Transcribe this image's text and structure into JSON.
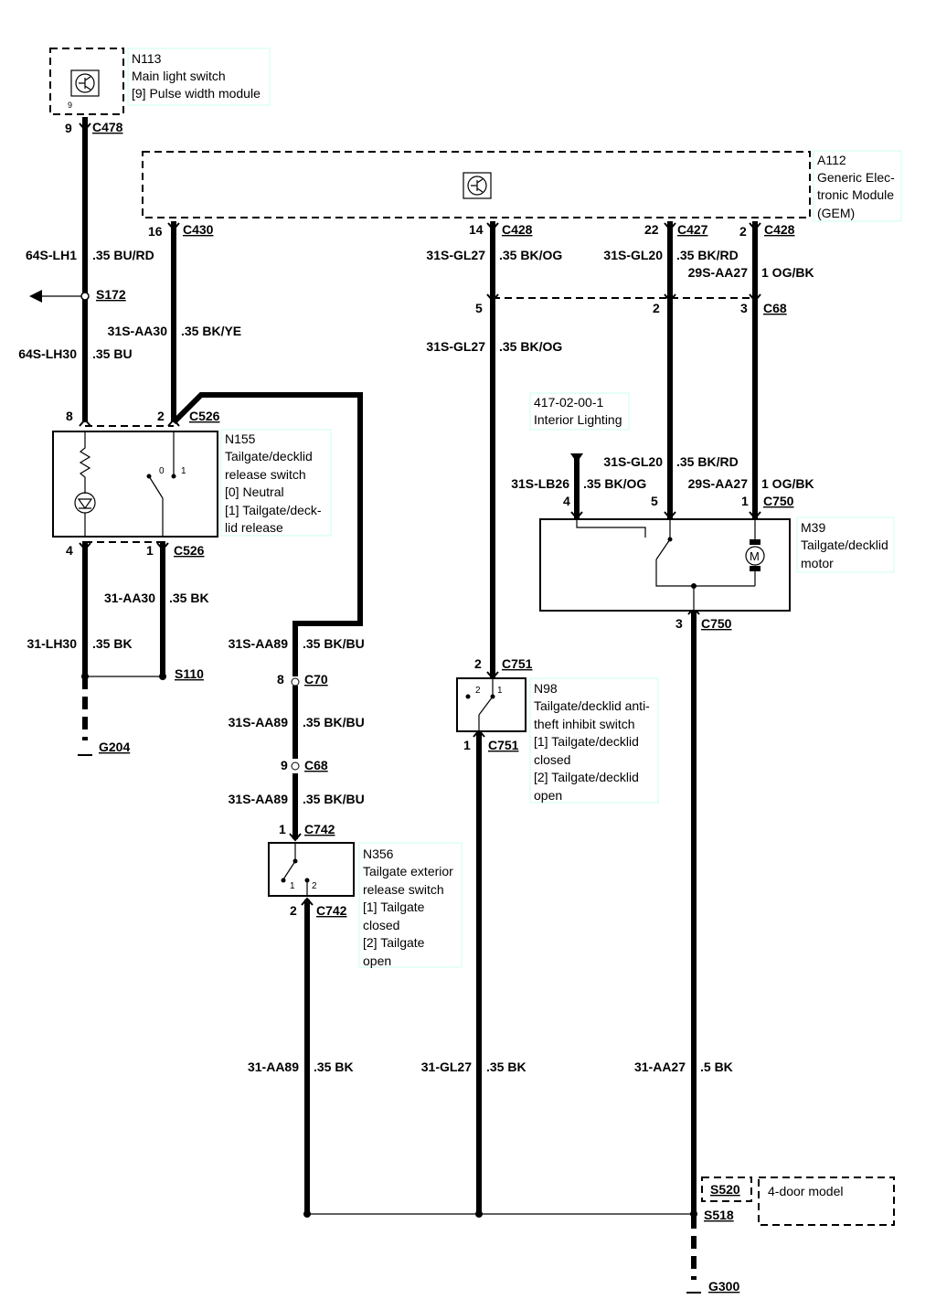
{
  "components": {
    "n113": {
      "id": "N113",
      "line1": "Main light switch",
      "line2": "[9] Pulse width module"
    },
    "a112": {
      "id": "A112",
      "line1": "Generic Elec-",
      "line2": "tronic Module",
      "line3": "(GEM)"
    },
    "n155": {
      "id": "N155",
      "line1": "Tailgate/decklid",
      "line2": "release switch",
      "line3": "[0] Neutral",
      "line4": "[1] Tailgate/deck-",
      "line5": "lid release"
    },
    "ref": {
      "id": "417-02-00-1",
      "line1": "Interior Lighting"
    },
    "m39": {
      "id": "M39",
      "line1": "Tailgate/decklid",
      "line2": "motor"
    },
    "n98": {
      "id": "N98",
      "line1": "Tailgate/decklid anti-",
      "line2": "theft inhibit switch",
      "line3": "[1] Tailgate/decklid",
      "line4": "closed",
      "line5": "[2] Tailgate/decklid",
      "line6": "open"
    },
    "n356": {
      "id": "N356",
      "line1": "Tailgate exterior",
      "line2": "release switch",
      "line3": "[1] Tailgate",
      "line4": "closed",
      "line5": "[2] Tailgate",
      "line6": "open"
    },
    "note4door": "4-door model"
  },
  "connectors": {
    "c478": "C478",
    "c430": "C430",
    "c428a": "C428",
    "c427": "C427",
    "c428b": "C428",
    "s172": "S172",
    "c68a": "C68",
    "c526a": "C526",
    "c526b": "C526",
    "c750a": "C750",
    "c750b": "C750",
    "s110": "S110",
    "g204": "G204",
    "c70": "C70",
    "c751a": "C751",
    "c751b": "C751",
    "c68b": "C68",
    "c742a": "C742",
    "c742b": "C742",
    "s520": "S520",
    "s518": "S518",
    "g300": "G300"
  },
  "pins": {
    "n113_9a": "9",
    "n113_9b": "9",
    "gem16": "16",
    "gem14": "14",
    "gem22": "22",
    "gem2": "2",
    "c68_5": "5",
    "c68_2": "2",
    "c68_3": "3",
    "n155_8": "8",
    "n155_2": "2",
    "n155_4": "4",
    "n155_1": "1",
    "sw0": "0",
    "sw1": "1",
    "m39_4": "4",
    "m39_5": "5",
    "m39_1": "1",
    "m39_3": "3",
    "c70_8": "8",
    "c751_2": "2",
    "c751_1": "1",
    "n98_2": "2",
    "n98_1": "1",
    "c68_9": "9",
    "c742_1": "1",
    "c742_2": "2",
    "n356_1": "1",
    "n356_2": "2"
  },
  "wires": {
    "w1a": "64S-LH1",
    "w1b": ".35 BU/RD",
    "w2a": "64S-LH30",
    "w2b": ".35 BU",
    "w3a": "31S-AA30",
    "w3b": ".35 BK/YE",
    "w4a": "31S-GL27",
    "w4b": ".35 BK/OG",
    "w5a": "31S-GL20",
    "w5b": ".35 BK/RD",
    "w6a": "29S-AA27",
    "w6b": "1 OG/BK",
    "w7a": "31S-GL27",
    "w7b": ".35 BK/OG",
    "w8a": "31S-GL20",
    "w8b": ".35 BK/RD",
    "w9a": "31S-LB26",
    "w9b": ".35 BK/OG",
    "w10a": "29S-AA27",
    "w10b": "1 OG/BK",
    "w11a": "31-AA30",
    "w11b": ".35 BK",
    "w12a": "31-LH30",
    "w12b": ".35 BK",
    "w13a": "31S-AA89",
    "w13b": ".35 BK/BU",
    "w14a": "31S-AA89",
    "w14b": ".35 BK/BU",
    "w15a": "31S-AA89",
    "w15b": ".35 BK/BU",
    "w16a": "31-AA89",
    "w16b": ".35 BK",
    "w17a": "31-GL27",
    "w17b": ".35 BK",
    "w18a": "31-AA27",
    "w18b": ".5 BK"
  },
  "symbols": {
    "motor": "M"
  }
}
